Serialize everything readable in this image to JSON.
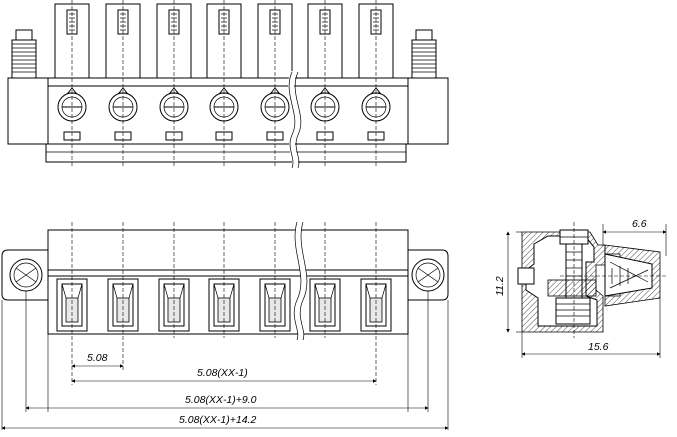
{
  "dimensions": {
    "pitch": "5.08",
    "pitch_total": "5.08(XX-1)",
    "body_length": "5.08(XX-1)+9.0",
    "overall_length": "5.08(XX-1)+14.2",
    "side_depth": "6.6",
    "side_height": "11.2",
    "side_width": "15.6"
  },
  "pole_count": 7
}
